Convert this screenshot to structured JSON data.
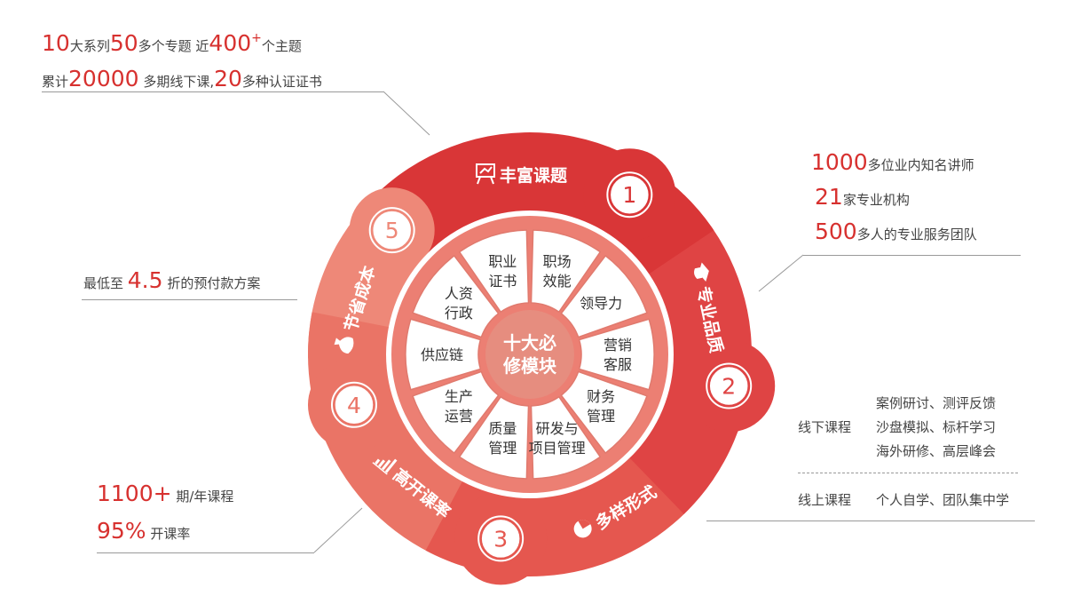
{
  "top_left": {
    "line1": [
      {
        "t": "10",
        "big": true
      },
      {
        "t": "大系列",
        "big": false
      },
      {
        "t": "50",
        "big": true
      },
      {
        "t": "多个专题 近",
        "big": false
      },
      {
        "t": "400",
        "big": true
      },
      {
        "t": "+",
        "big": true,
        "sup": true
      },
      {
        "t": "个主题",
        "big": false
      }
    ],
    "line2": [
      {
        "t": "累计",
        "big": false
      },
      {
        "t": "20000",
        "big": true
      },
      {
        "t": " 多期线下课,",
        "big": false
      },
      {
        "t": "20",
        "big": true
      },
      {
        "t": "多种认证证书",
        "big": false
      }
    ]
  },
  "top_right": {
    "rows": [
      [
        {
          "t": "1000",
          "big": true
        },
        {
          "t": "多位业内知名讲师",
          "big": false
        }
      ],
      [
        {
          "t": "21",
          "big": true
        },
        {
          "t": "家专业机构",
          "big": false
        }
      ],
      [
        {
          "t": "500",
          "big": true
        },
        {
          "t": "多人的专业服务团队",
          "big": false
        }
      ]
    ]
  },
  "mid_left": [
    {
      "t": "最低至 ",
      "big": false
    },
    {
      "t": "4.5",
      "big": true
    },
    {
      "t": " 折的预付款方案",
      "big": false
    }
  ],
  "bottom_left": {
    "rows": [
      [
        {
          "t": "1100+",
          "big": true
        },
        {
          "t": " 期/年课程",
          "big": false
        }
      ],
      [
        {
          "t": "95%",
          "big": true
        },
        {
          "t": " 开课率",
          "big": false
        }
      ]
    ]
  },
  "right_panel": {
    "offline_label": "线下课程",
    "offline_items": [
      "案例研讨、测评反馈",
      "沙盘模拟、标杆学习",
      "海外研修、高层峰会"
    ],
    "online_label": "线上课程",
    "online_items": [
      "个人自学、团队集中学"
    ]
  },
  "ring": [
    {
      "num": "1",
      "label": "丰富课题",
      "icon": "presentation-chart-icon",
      "color": "#d93637"
    },
    {
      "num": "2",
      "label": "专业品质",
      "icon": "graduation-cap-icon",
      "color": "#df4444"
    },
    {
      "num": "3",
      "label": "多样形式",
      "icon": "pie-chart-icon",
      "color": "#e5574f"
    },
    {
      "num": "4",
      "label": "高开课率",
      "icon": "bar-chart-icon",
      "color": "#ea7466"
    },
    {
      "num": "5",
      "label": "节省成本",
      "icon": "money-bag-icon",
      "color": "#ee8878"
    }
  ],
  "center": {
    "title_line1": "十大必",
    "title_line2": "修模块",
    "modules": [
      [
        "职场",
        "效能"
      ],
      [
        "领导力"
      ],
      [
        "营销",
        "客服"
      ],
      [
        "财务",
        "管理"
      ],
      [
        "研发与",
        "项目管理"
      ],
      [
        "质量",
        "管理"
      ],
      [
        "生产",
        "运营"
      ],
      [
        "供应链"
      ],
      [
        "人资",
        "行政"
      ],
      [
        "职业",
        "证书"
      ]
    ]
  },
  "colors": {
    "accent": "#d7312f",
    "inner_ring": "#ec7f73",
    "center_circle": "#e68d7f",
    "petal_border": "#e07a6e",
    "text": "#444444"
  }
}
